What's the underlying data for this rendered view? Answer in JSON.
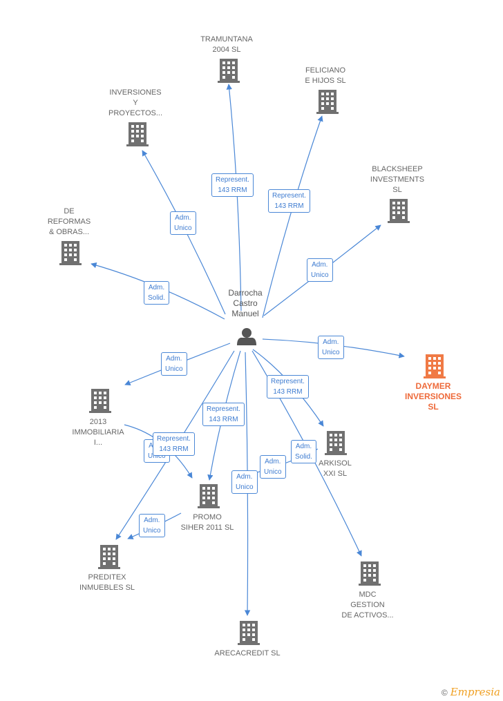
{
  "colors": {
    "edge": "#4a87d6",
    "building": "#707070",
    "building_highlight": "#f07a45",
    "person": "#555555"
  },
  "center": {
    "name": "Darrocha\nCastro\nManuel",
    "icon": "person-icon"
  },
  "companies": [
    {
      "id": "tramuntana",
      "label": "TRAMUNTANA\n2004 SL"
    },
    {
      "id": "feliciano",
      "label": "FELICIANO\nE HIJOS SL"
    },
    {
      "id": "inversiones_proyectos",
      "label": "INVERSIONES\nY\nPROYECTOS..."
    },
    {
      "id": "blacksheep",
      "label": "BLACKSHEEP\nINVESTMENTS\nSL"
    },
    {
      "id": "de_reformas",
      "label": "DE\nREFORMAS\n& OBRAS..."
    },
    {
      "id": "daymer",
      "label": "DAYMER\nINVERSIONES\nSL",
      "highlight": true
    },
    {
      "id": "immobiliaria",
      "label": "2013\nIMMOBILIARIA\nI..."
    },
    {
      "id": "arkisol",
      "label": "ARKISOL\nXXI SL"
    },
    {
      "id": "promo_siher",
      "label": "PROMO\nSIHER 2011 SL"
    },
    {
      "id": "preditex",
      "label": "PREDITEX\nINMUEBLES  SL"
    },
    {
      "id": "mdc",
      "label": "MDC\nGESTION\nDE ACTIVOS..."
    },
    {
      "id": "arecacredit",
      "label": "ARECACREDIT SL"
    }
  ],
  "edge_labels": [
    {
      "id": "e1",
      "text": "Represent.\n143 RRM"
    },
    {
      "id": "e2",
      "text": "Represent.\n143 RRM"
    },
    {
      "id": "e3",
      "text": "Adm.\nUnico"
    },
    {
      "id": "e4",
      "text": "Adm.\nUnico"
    },
    {
      "id": "e5",
      "text": "Adm.\nSolid."
    },
    {
      "id": "e6",
      "text": "Adm.\nUnico"
    },
    {
      "id": "e7",
      "text": "Adm.\nUnico"
    },
    {
      "id": "e8",
      "text": "Represent.\n143 RRM"
    },
    {
      "id": "e9",
      "text": "Represent.\n143 RRM"
    },
    {
      "id": "e10",
      "text": "Adm.\nUnico"
    },
    {
      "id": "e11",
      "text": "Represent.\n143 RRM"
    },
    {
      "id": "e12",
      "text": "Adm.\nSolid."
    },
    {
      "id": "e13",
      "text": "Adm.\nUnico"
    },
    {
      "id": "e14",
      "text": "Adm.\nUnico"
    },
    {
      "id": "e15",
      "text": "Adm.\nUnico"
    }
  ],
  "footer": {
    "copyright": "©",
    "brand": "Empresia"
  }
}
